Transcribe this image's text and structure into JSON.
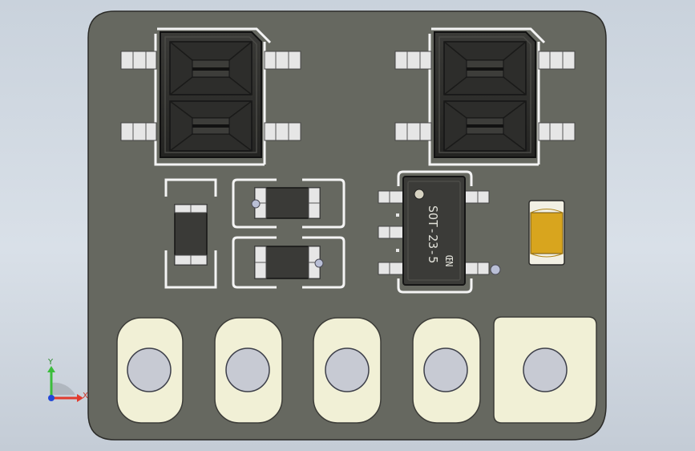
{
  "viewport": {
    "background_top": "#c9d2dc",
    "background_bottom": "#c4ccd6"
  },
  "board": {
    "color": "#666860",
    "outline": "#2b2b28"
  },
  "components": {
    "ic_package_label": "SOT-23-5",
    "ic_marking": "ŒN",
    "pad_color": "#f1f0d6",
    "silkscreen_color": "#ffffff",
    "smd_pad_color": "#e7e7e7",
    "capacitor_color": "#d8a51e",
    "hole_color": "#c7cad3"
  },
  "axis_triad": {
    "y_label": "Y",
    "x_label": "X",
    "x_color": "#e23b2e",
    "y_color": "#3bbd3b",
    "z_color": "#2348d8"
  }
}
